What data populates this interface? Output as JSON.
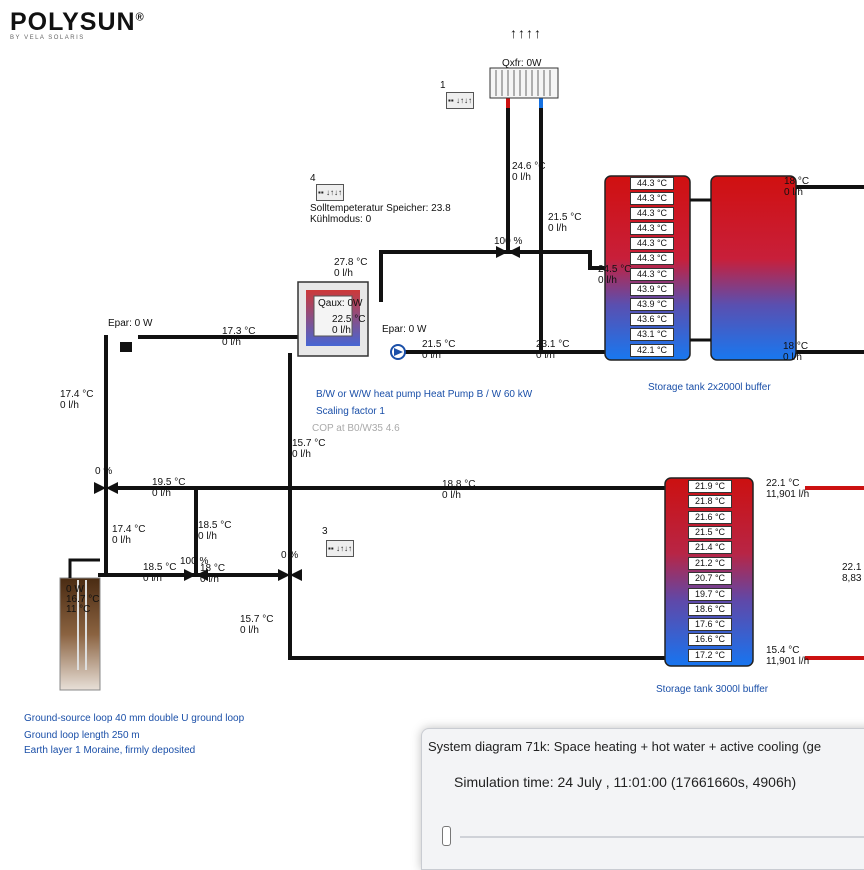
{
  "logo": {
    "name": "POLYSUN",
    "mark": "®",
    "by": "BY VELA SOLARIS"
  },
  "dry_cooler": {
    "label": "Qxfr: 0W",
    "arrows": "↑↑↑↑"
  },
  "controllers": [
    {
      "id": "ctrl-1",
      "number": "1",
      "glyph": "▪▪ ↓↑↓↑"
    },
    {
      "id": "ctrl-3",
      "number": "3",
      "glyph": "▪▪ ↓↑↓↑"
    },
    {
      "id": "ctrl-4",
      "number": "4",
      "glyph": "▪▪ ↓↑↓↑"
    }
  ],
  "controller4_text": {
    "line1": "Solltempeteratur Speicher: 23.8",
    "line2": "Kühlmodus: 0"
  },
  "heat_pump": {
    "qaux": "Qaux: 0W",
    "temp": "22.5 °C",
    "flow": "0 l/h",
    "desc1": "B/W or W/W heat pump Heat Pump B / W 60 kW",
    "desc2": "Scaling factor 1",
    "desc3": "COP at B0/W35 4.6"
  },
  "readings": {
    "r_246": {
      "t": "24.6 °C",
      "f": "0 l/h"
    },
    "r_215a": {
      "t": "21.5 °C",
      "f": "0 l/h"
    },
    "r_278": {
      "t": "27.8 °C",
      "f": "0 l/h"
    },
    "valve_top": "100 %",
    "r_245": {
      "t": "24.5 °C",
      "f": "0 l/h"
    },
    "epar_left": "Epar: 0 W",
    "r_173": {
      "t": "17.3 °C",
      "f": "0 l/h"
    },
    "epar_right": "Epar: 0 W",
    "r_215b": {
      "t": "21.5 °C",
      "f": "0 l/h"
    },
    "r_231": {
      "t": "23.1 °C",
      "f": "0 l/h"
    },
    "r_18a": {
      "t": "18 °C",
      "f": "0 l/h"
    },
    "r_18b": {
      "t": "18 °C",
      "f": "0 l/h"
    },
    "r_174a": {
      "t": "17.4 °C",
      "f": "0 l/h"
    },
    "r_157a": {
      "t": "15.7 °C",
      "f": "0 l/h"
    },
    "valve_left": "0 %",
    "r_195": {
      "t": "19.5 °C",
      "f": "0 l/h"
    },
    "r_188": {
      "t": "18.8 °C",
      "f": "0 l/h"
    },
    "r_174b": {
      "t": "17.4 °C",
      "f": "0 l/h"
    },
    "r_185a": {
      "t": "18.5 °C",
      "f": "0 l/h"
    },
    "r_185b": {
      "t": "18.5 °C",
      "f": "0 l/h"
    },
    "valve_mid": "100 %",
    "r_18c": {
      "t": "18 °C",
      "f": "0 l/h"
    },
    "valve_right": "0 %",
    "r_157b": {
      "t": "15.7 °C",
      "f": "0 l/h"
    },
    "r_221": {
      "t": "22.1 °C",
      "f": "11,901 l/h"
    },
    "r_154": {
      "t": "15.4 °C",
      "f": "11,901 l/h"
    },
    "r_edge_t": "22.1",
    "r_edge_f": "8,83"
  },
  "ground_probe": {
    "power": "0 W",
    "t1": "16.7 °C",
    "t2": "11 °C",
    "desc1": "Ground-source loop 40 mm double U ground loop",
    "desc2": "Ground loop length 250 m",
    "desc3": "Earth layer 1 Moraine, firmly deposited"
  },
  "tank1": {
    "label": "Storage tank 2x2000l buffer",
    "temps": [
      "44.3 °C",
      "44.3 °C",
      "44.3 °C",
      "44.3 °C",
      "44.3 °C",
      "44.3 °C",
      "44.3 °C",
      "43.9 °C",
      "43.9 °C",
      "43.6 °C",
      "43.1 °C",
      "42.1 °C"
    ]
  },
  "tank2": {
    "label": "Storage tank 3000l buffer",
    "temps": [
      "21.9 °C",
      "21.8 °C",
      "21.6 °C",
      "21.5 °C",
      "21.4 °C",
      "21.2 °C",
      "20.7 °C",
      "19.7 °C",
      "18.6 °C",
      "17.6 °C",
      "16.6 °C",
      "17.2 °C"
    ]
  },
  "sim_window": {
    "title": "System diagram 71k: Space heating + hot water + active cooling (ge",
    "sim_time": "Simulation time: 24 July , 11:01:00 (17661660s, 4906h)"
  },
  "colors": {
    "hot": "#cc1111",
    "cold": "#1570e0",
    "pipe": "#111111",
    "label_blue": "#1a4fa8"
  }
}
